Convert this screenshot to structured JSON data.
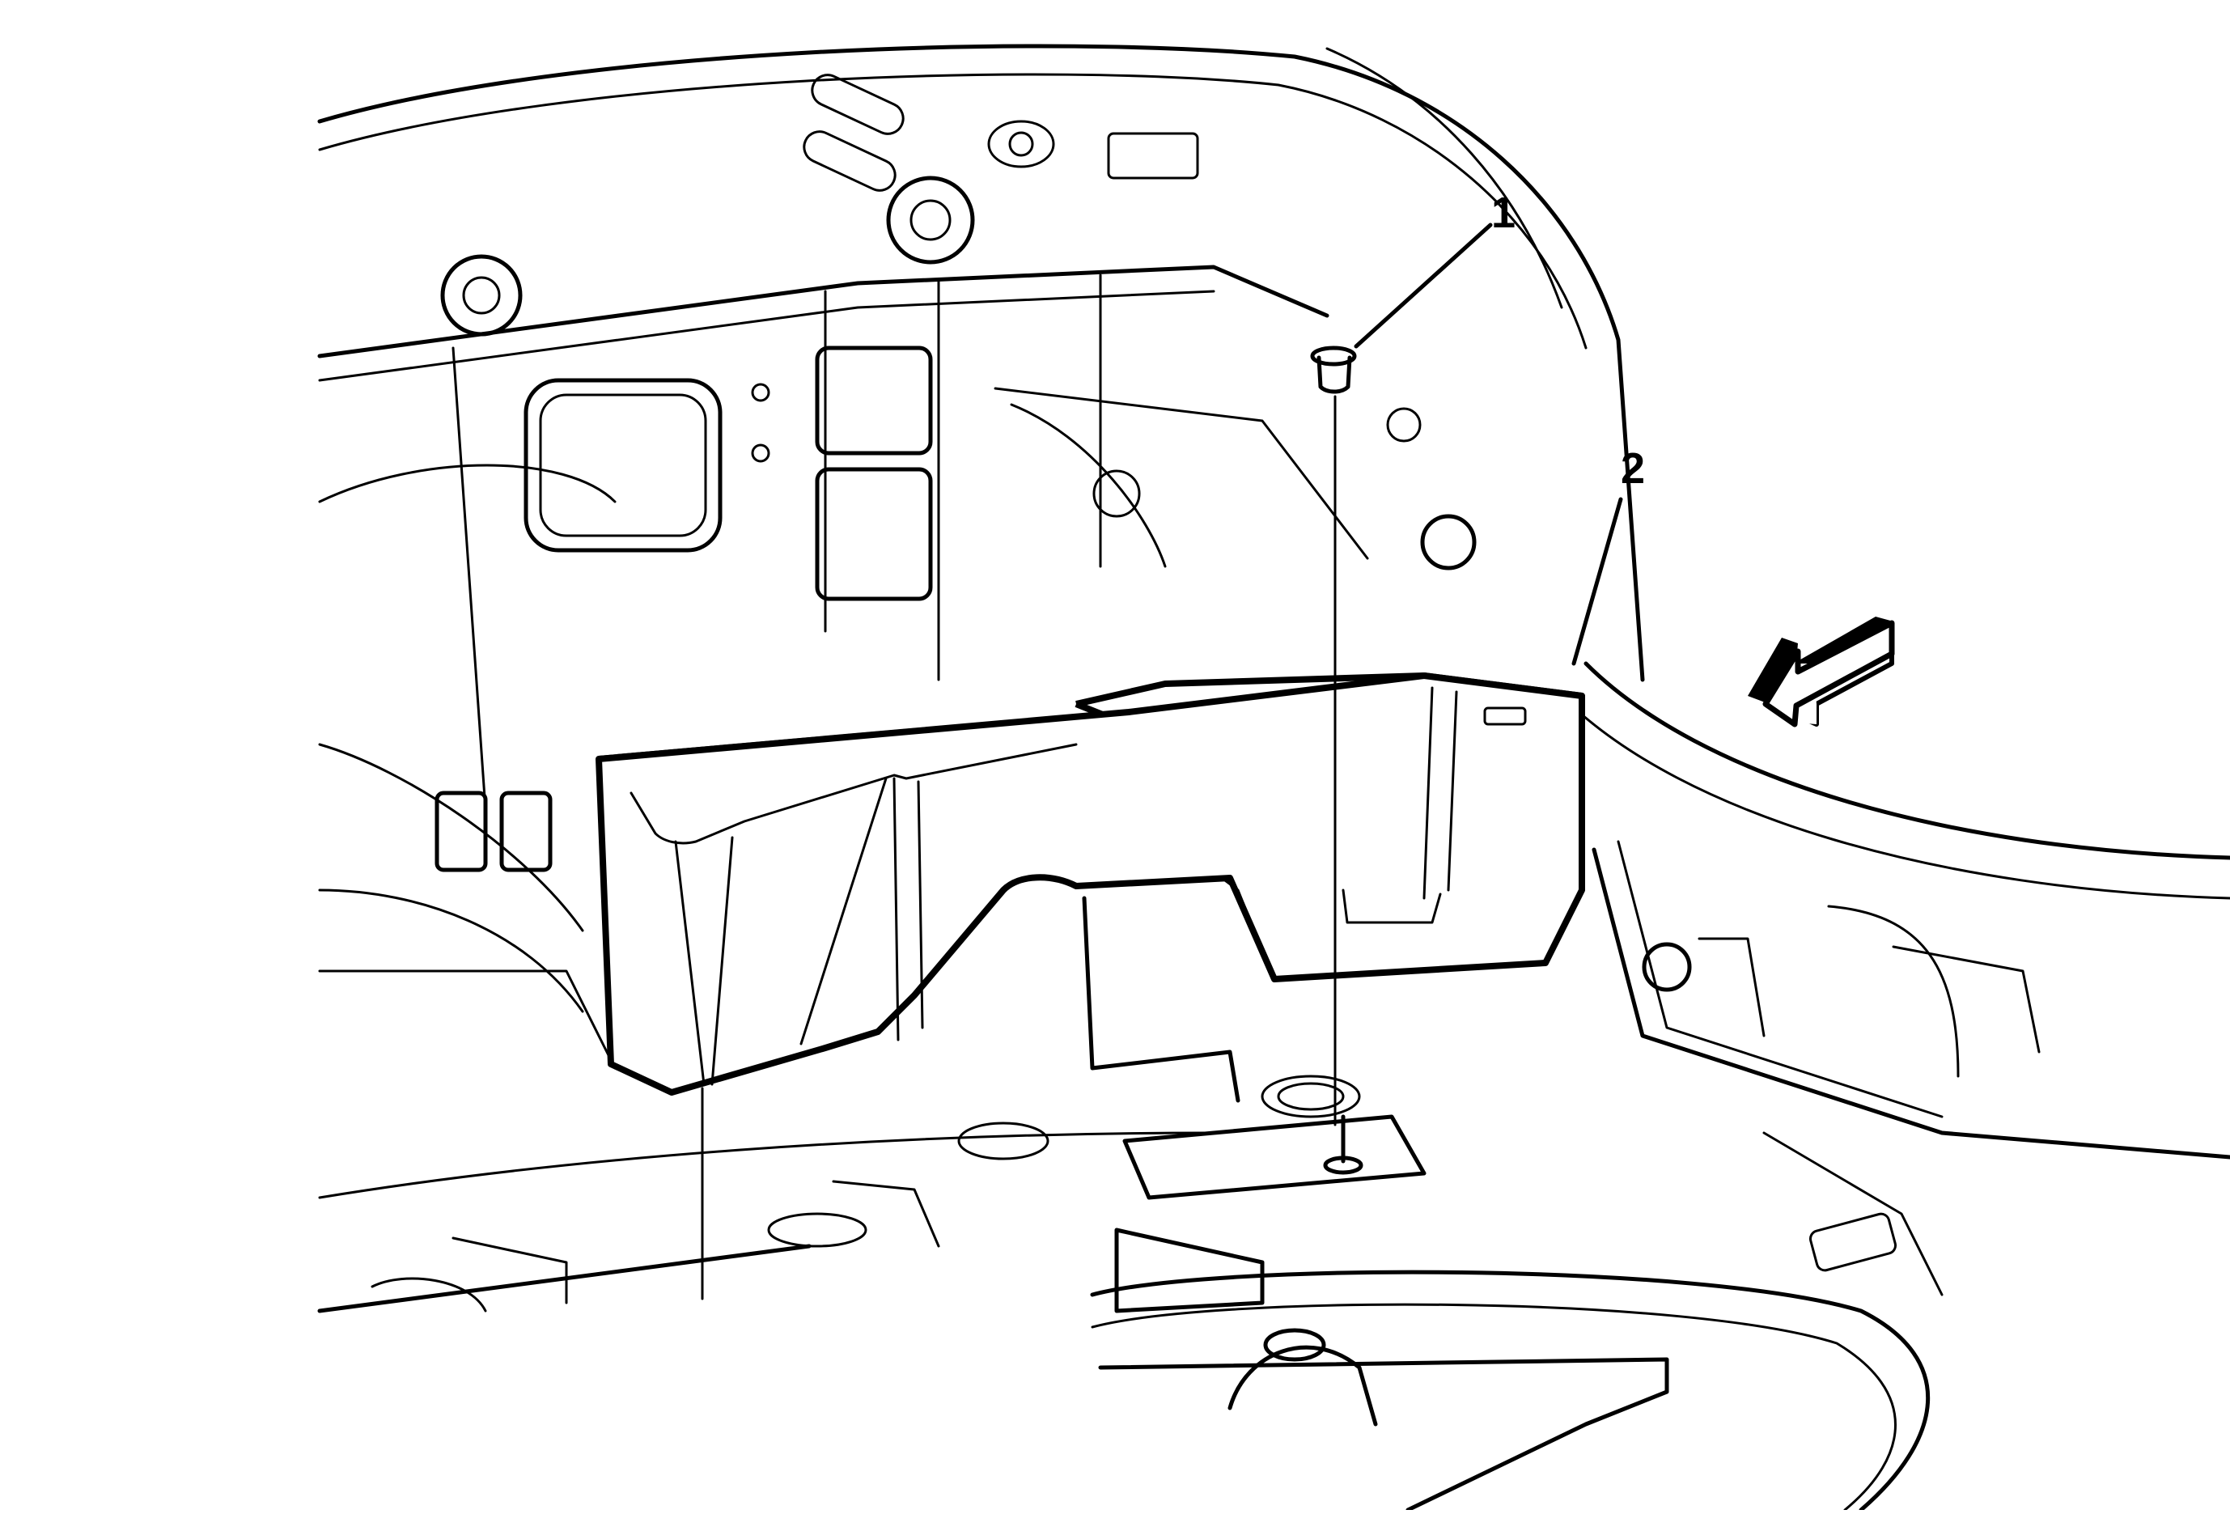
{
  "diagram": {
    "type": "exploded-view line illustration",
    "subject": "vehicle trunk / rear compartment trim panel installation",
    "style": {
      "line_color": "#000000",
      "background": "#ffffff"
    },
    "callouts": [
      {
        "id": "1",
        "label": "1",
        "target": "push-pin fastener"
      },
      {
        "id": "2",
        "label": "2",
        "target": "trunk side trim panel"
      }
    ],
    "view_arrow": {
      "direction": "front of vehicle (lower-left)",
      "symbol": "3d-block-arrow"
    }
  }
}
